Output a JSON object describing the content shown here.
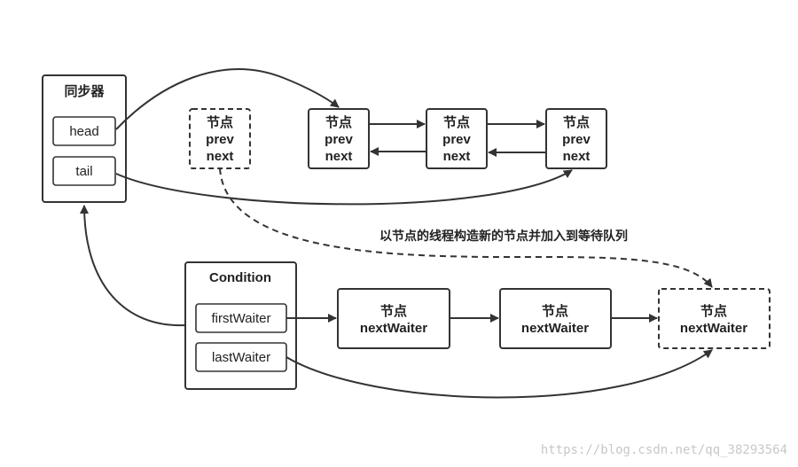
{
  "sync": {
    "title": "同步器",
    "head": "head",
    "tail": "tail"
  },
  "sync_queue": [
    {
      "line1": "节点",
      "line2": "prev",
      "line3": "next",
      "style": "dashed"
    },
    {
      "line1": "节点",
      "line2": "prev",
      "line3": "next",
      "style": "solid"
    },
    {
      "line1": "节点",
      "line2": "prev",
      "line3": "next",
      "style": "solid"
    },
    {
      "line1": "节点",
      "line2": "prev",
      "line3": "next",
      "style": "solid"
    }
  ],
  "caption": "以节点的线程构造新的节点并加入到等待队列",
  "condition": {
    "title": "Condition",
    "first": "firstWaiter",
    "last": "lastWaiter"
  },
  "wait_queue": [
    {
      "line1": "节点",
      "line2": "nextWaiter",
      "style": "solid"
    },
    {
      "line1": "节点",
      "line2": "nextWaiter",
      "style": "solid"
    },
    {
      "line1": "节点",
      "line2": "nextWaiter",
      "style": "dashed"
    }
  ],
  "watermark": "https://blog.csdn.net/qq_38293564",
  "colors": {
    "stroke": "#333333",
    "background": "#ffffff",
    "watermark": "#c8c8c8"
  }
}
